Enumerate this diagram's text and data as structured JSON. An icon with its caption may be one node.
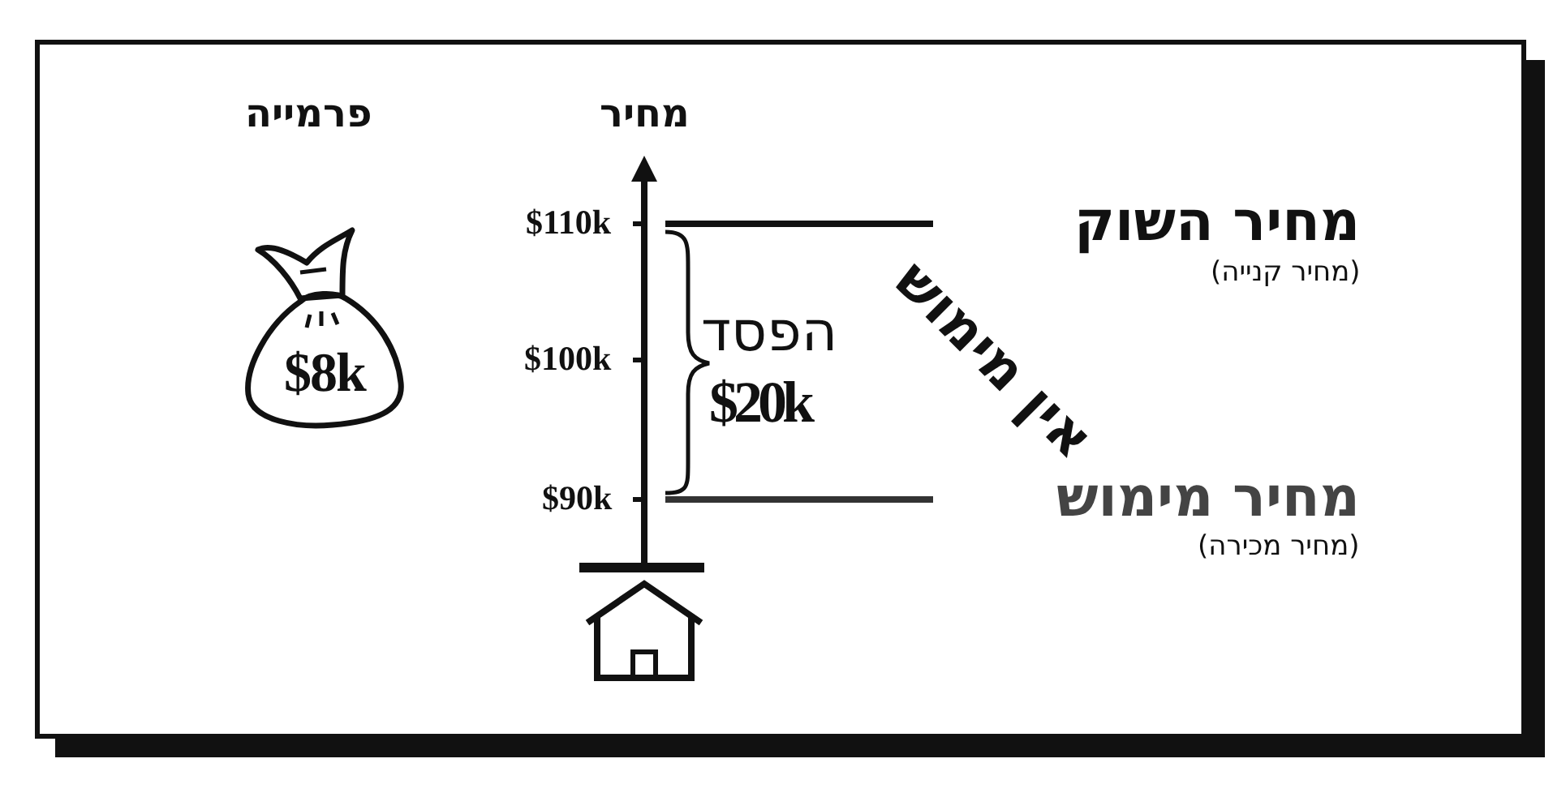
{
  "diagram": {
    "nodes": [
      {
        "text": [
          "$8k"
        ]
      }
    ],
    "labels": [
      "פרמייה",
      "מחיר",
      "$110k",
      "מחיר השוק",
      "(מחיר קנייה)",
      "$100k",
      "הפסד",
      "$20k",
      "אין מימוש",
      "$90k",
      "מחיר מימוש",
      "(מחיר מכירה)"
    ]
  }
}
